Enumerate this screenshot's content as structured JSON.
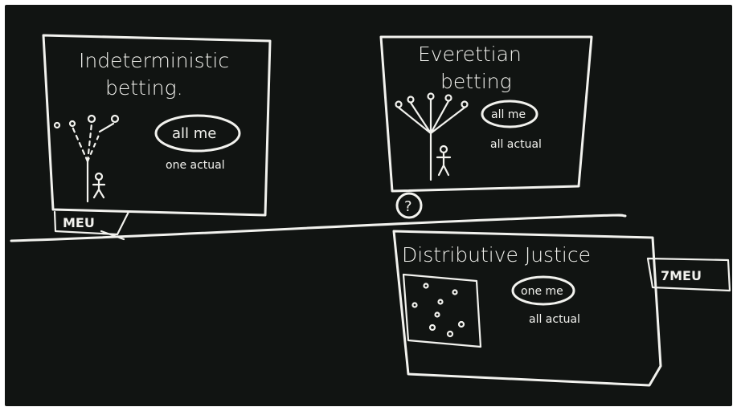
{
  "panels": {
    "indeterministic": {
      "title_line1": "Indeterministic",
      "title_line2": "betting.",
      "circled": "all me",
      "note": "one actual"
    },
    "everettian": {
      "title_line1": "Everettian",
      "title_line2": "betting",
      "circled": "all me",
      "note": "all actual"
    },
    "distributive": {
      "title": "Distributive Justice",
      "circled": "one me",
      "note": "all actual"
    }
  },
  "tags": {
    "meu": "MEU",
    "not_meu": "7MEU",
    "question": "?"
  }
}
